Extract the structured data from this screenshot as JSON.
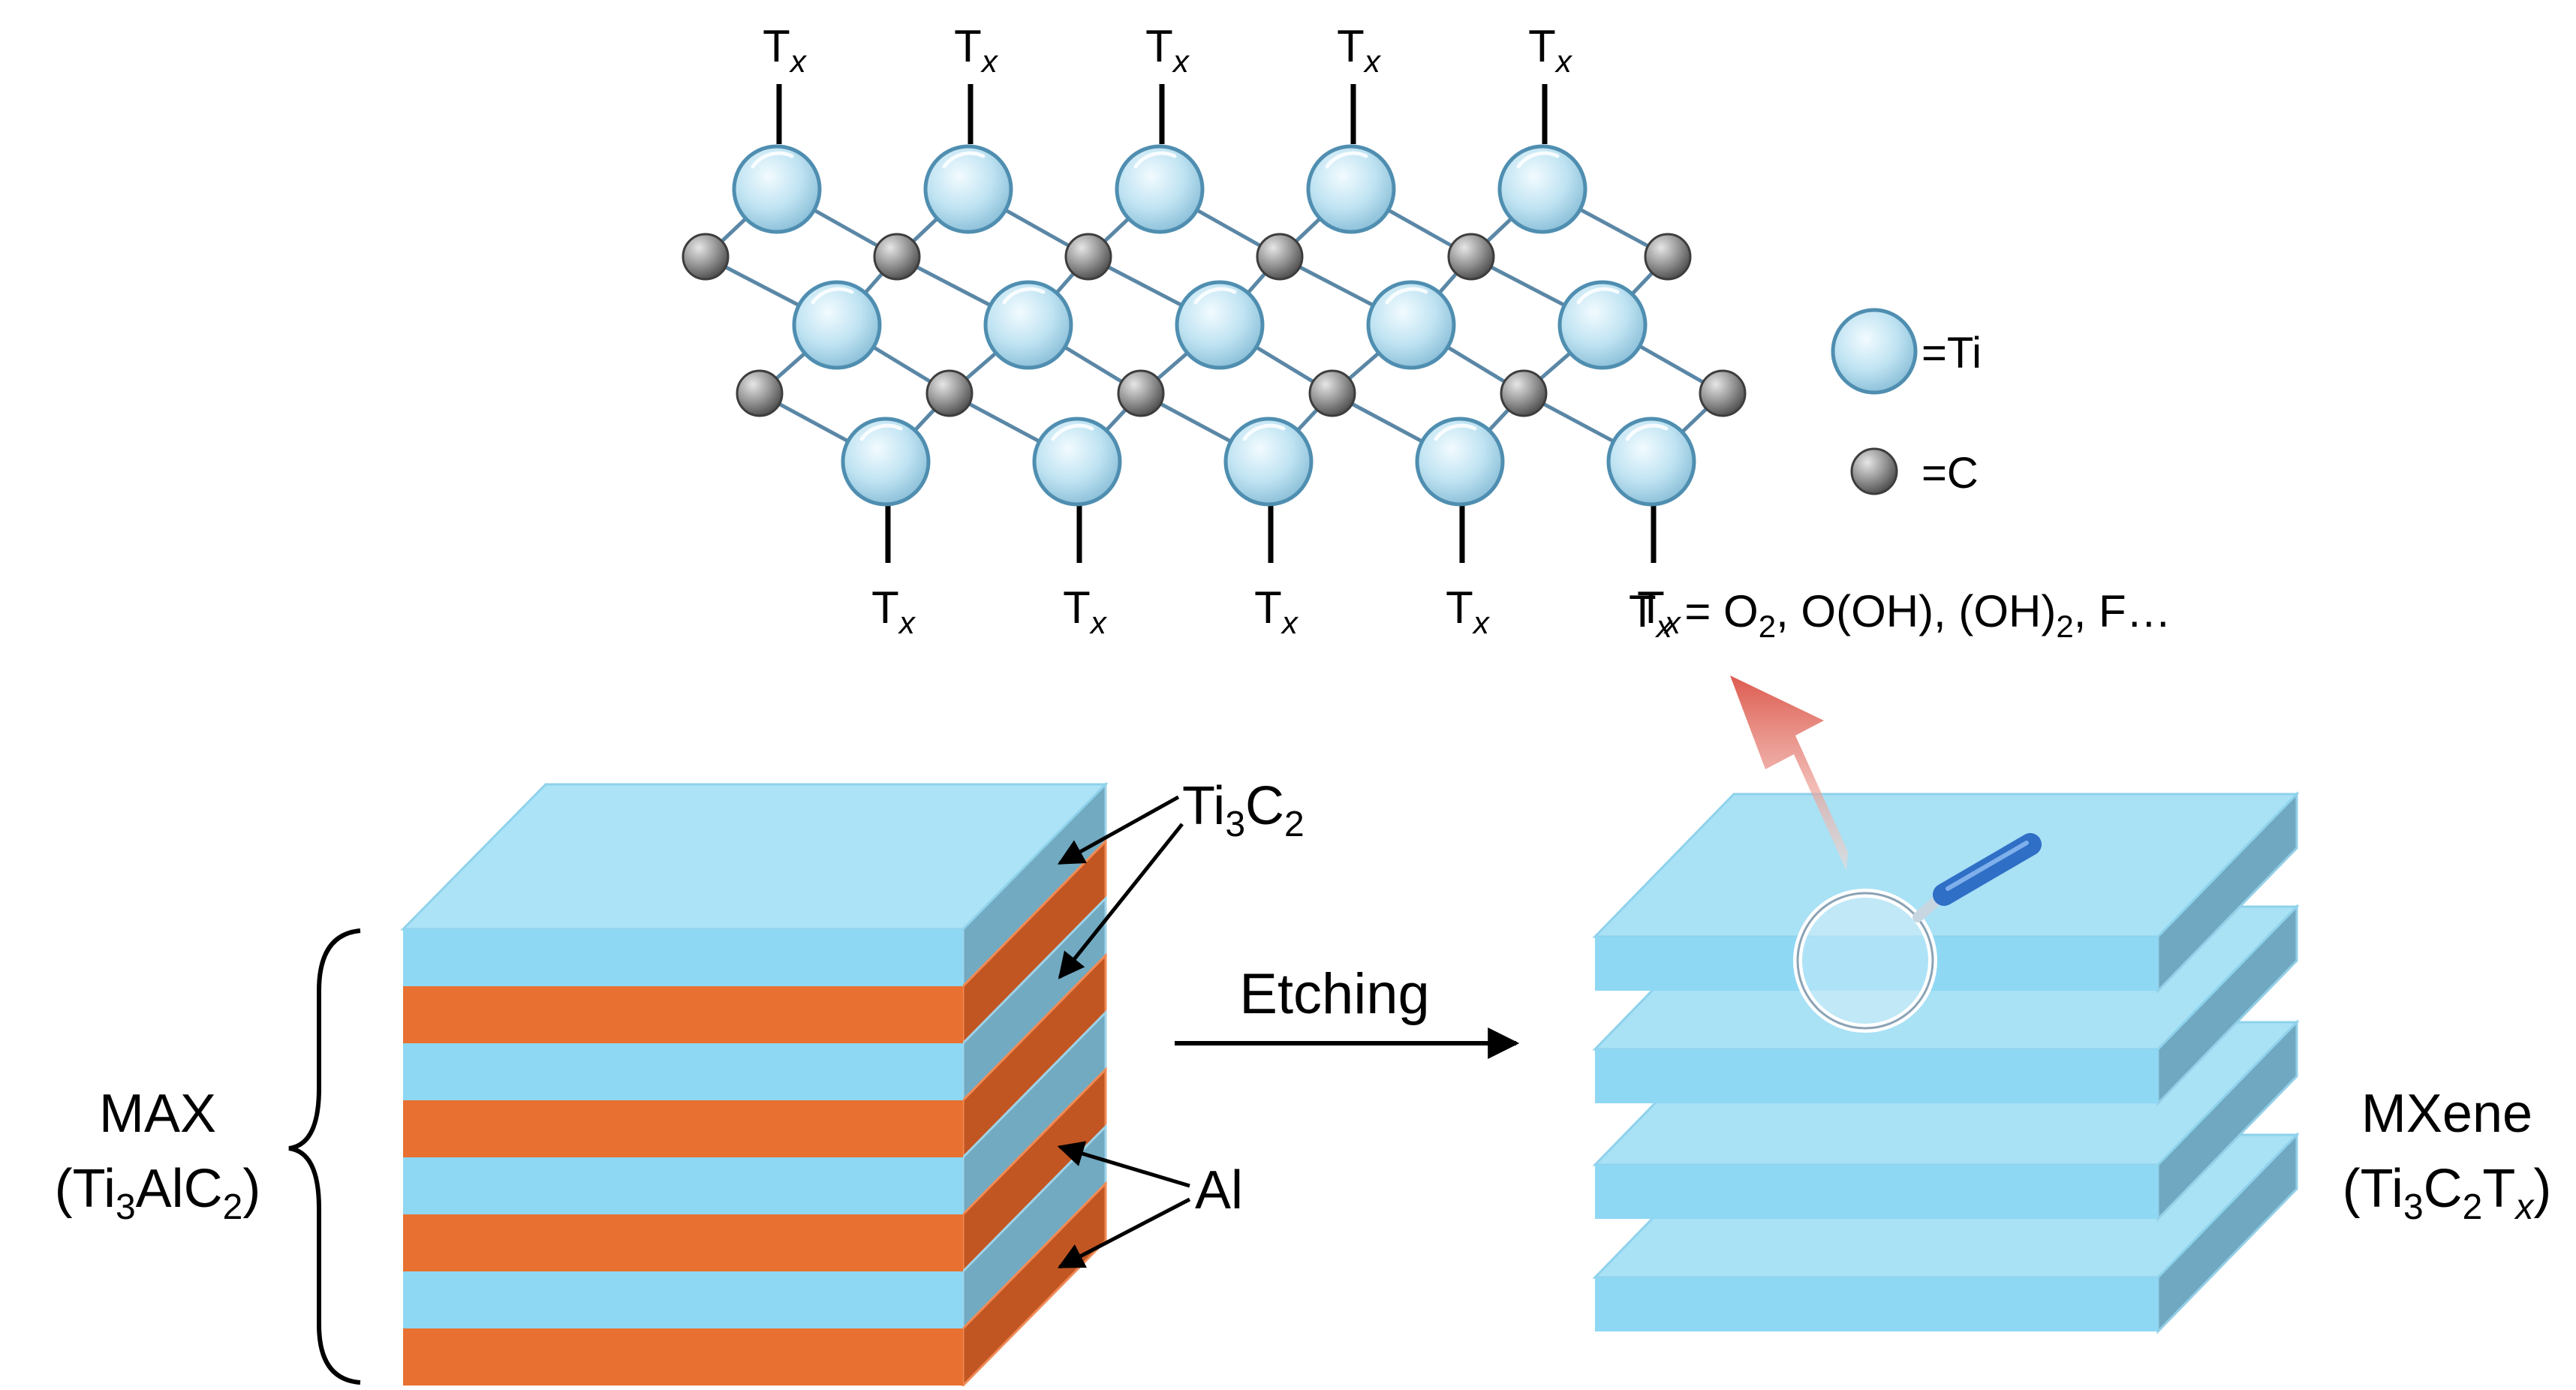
{
  "lattice": {
    "terminal_symbol": "T",
    "terminal_subscript": "x",
    "bond_color": "#5b87a6",
    "ti_fill": "#bfe3f2",
    "ti_stroke": "#4f8eb0",
    "c_fill": "#8c8c8c"
  },
  "legend": {
    "ti_label": "=Ti",
    "c_label": "=C"
  },
  "terminations": {
    "prefix_symbol": "T",
    "prefix_subscript": "x",
    "eq": " = O",
    "eq_sub": "2",
    "middle": ", O(OH), (OH)",
    "middle_sub": "2",
    "tail": ", F…"
  },
  "max_block": {
    "label": "MAX",
    "formula_open": "(Ti",
    "formula_sub1": "3",
    "formula_mid": "AlC",
    "formula_sub2": "2",
    "formula_close": ")",
    "ti3c2_main": "Ti",
    "ti3c2_sub1": "3",
    "ti3c2_mid": "C",
    "ti3c2_sub2": "2",
    "al_label": "Al",
    "blue_color": "#8ed8f4",
    "orange_color": "#e87131"
  },
  "process": {
    "etching_label": "Etching"
  },
  "mxene_block": {
    "label": "MXene",
    "formula_open": "(Ti",
    "formula_sub1": "3",
    "formula_mid": "C",
    "formula_sub2": "2",
    "formula_t": "T",
    "formula_tsub": "x",
    "formula_close": ")",
    "blue_color": "#8ed8f4"
  },
  "magnifier": {
    "handle_color": "#2f6fc6",
    "arrow_color": "#d9483b"
  }
}
